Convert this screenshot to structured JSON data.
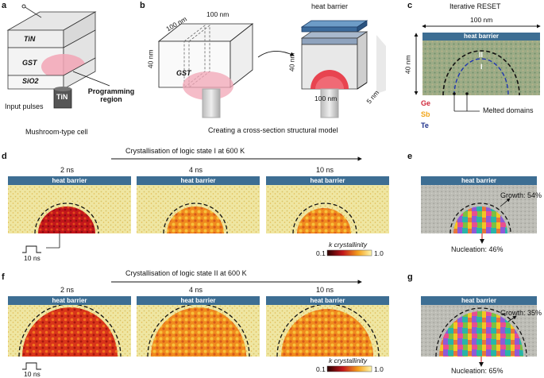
{
  "panel_labels": {
    "a": "a",
    "b": "b",
    "c": "c",
    "d": "d",
    "e": "e",
    "f": "f",
    "g": "g"
  },
  "panel_a": {
    "top_layer": "TiN",
    "middle_layer": "GST",
    "bottom_layer": "SiO2",
    "electrode": "TiN",
    "input_label": "Input pulses",
    "region_label": "Programming region",
    "caption": "Mushroom-type cell"
  },
  "panel_b": {
    "dim_width": "100 nm",
    "dim_depth": "100 nm",
    "dim_height": "40 nm",
    "material": "GST",
    "barrier_label": "heat barrier",
    "slab_height": "40 nm",
    "slab_width": "100 nm",
    "slab_thickness": "5 nm",
    "caption": "Creating a cross-section structural model"
  },
  "panel_c": {
    "title": "Iterative RESET",
    "width_label": "100 nm",
    "height_label": "40 nm",
    "barrier_label": "heat barrier",
    "state_outer": "II",
    "state_inner": "I",
    "domains_label": "Melted domains",
    "legend": [
      {
        "label": "Ge",
        "color": "#d0283a"
      },
      {
        "label": "Sb",
        "color": "#f2a51a"
      },
      {
        "label": "Te",
        "color": "#1d2f8a"
      }
    ]
  },
  "panel_d": {
    "title": "Crystallisation of logic state I at 600 K",
    "times": [
      "2 ns",
      "4 ns",
      "10 ns"
    ],
    "barrier_label": "heat barrier",
    "pulse_label": "10 ns",
    "colorbar_label": "k crystallinity",
    "colorbar_min": "0.1",
    "colorbar_max": "1.0"
  },
  "panel_e": {
    "barrier_label": "heat barrier",
    "growth_label": "Growth: 54%",
    "nucleation_label": "Nucleation: 46%"
  },
  "panel_f": {
    "title": "Crystallisation of logic state II at 600 K",
    "times": [
      "2 ns",
      "4 ns",
      "10 ns"
    ],
    "barrier_label": "heat barrier",
    "pulse_label": "10 ns",
    "colorbar_label": "k crystallinity",
    "colorbar_min": "0.1",
    "colorbar_max": "1.0"
  },
  "panel_g": {
    "barrier_label": "heat barrier",
    "growth_label": "Growth: 35%",
    "nucleation_label": "Nucleation: 65%"
  },
  "colors": {
    "heat_barrier": "#3d6e93",
    "matrix": "#efe6a2",
    "amorphous_gray": "#b8b8b2",
    "crystal_red": "#c2161b",
    "crystal_orange": "#f08a1e"
  }
}
